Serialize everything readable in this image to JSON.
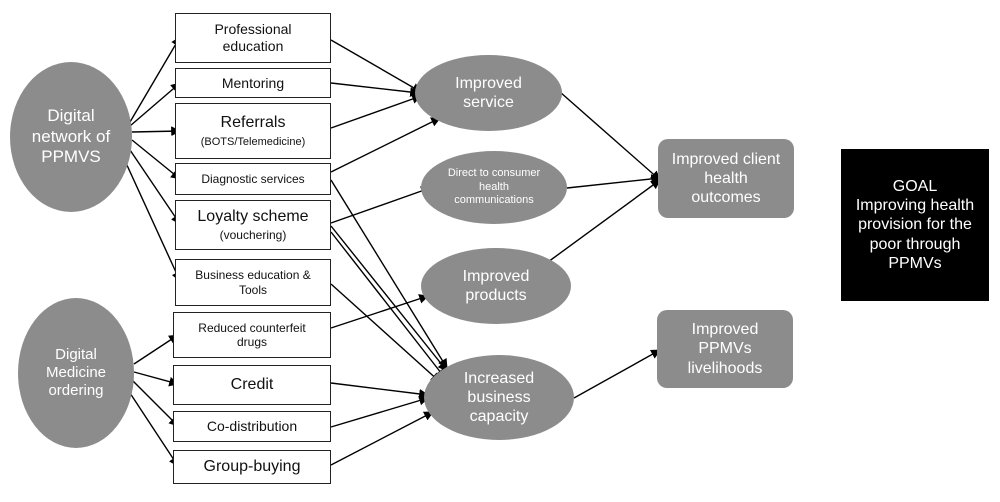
{
  "colors": {
    "ellipse_fill": "#8c8c8c",
    "goal_fill": "#000000",
    "box_border": "#222222",
    "arrow": "#000000"
  },
  "sources": {
    "digital_network": "Digital network of PPMVS",
    "digital_medicine": "Digital Medicine ordering"
  },
  "interventions": {
    "professional_education": "Professional education",
    "mentoring": "Mentoring",
    "referrals": "Referrals",
    "referrals_sub": "(BOTS/Telemedicine)",
    "diagnostic_services": "Diagnostic services",
    "loyalty_scheme": "Loyalty scheme",
    "loyalty_sub": "(vouchering)",
    "business_education": "Business education & Tools",
    "reduced_counterfeit": "Reduced counterfeit drugs",
    "credit": "Credit",
    "co_distribution": "Co-distribution",
    "group_buying": "Group-buying"
  },
  "intermediate": {
    "improved_service": "Improved service",
    "direct_to_consumer": "Direct to consumer health communications",
    "improved_products": "Improved products",
    "increased_capacity": "Increased business capacity"
  },
  "outcomes": {
    "client_health": "Improved client health outcomes",
    "ppmv_livelihoods": "Improved PPMVs livelihoods"
  },
  "goal": {
    "title": "GOAL",
    "text": "Improving health provision for the poor through PPMVs"
  }
}
